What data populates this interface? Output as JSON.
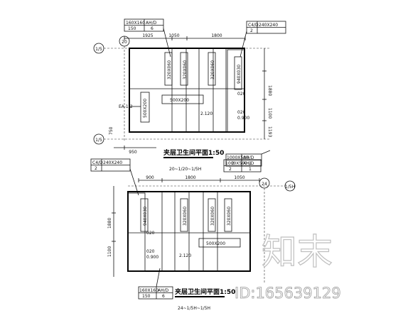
{
  "plan_top": {
    "title": "夹层卫生间平面1:50",
    "ref_line": "20~1/20~1/5H",
    "axis_left": "1/5",
    "axis_left_bottom": "1/5",
    "axis_top": "20",
    "tag_left": {
      "size": "160X160",
      "code": "AH/D",
      "v1": "150",
      "v2": "6"
    },
    "tag_right": {
      "code": "C4/D",
      "size": "240X240",
      "v1": "2"
    },
    "tag_bottom": {
      "size": "1000X500",
      "code": "AH/D",
      "v1": "2",
      "v2": "1"
    },
    "dims_top": [
      "1925",
      "1050",
      "1800"
    ],
    "dims_right": [
      "1880",
      "1100",
      "1193"
    ],
    "dim_bottom": "950",
    "dim_left": "750",
    "ducts": [
      "320X060",
      "320X060",
      "320X060",
      "940X030"
    ],
    "duct_main": "500X200",
    "duct_side": "500X200",
    "ea_label": "EA-1-2",
    "level": "2.120",
    "vals": [
      "020",
      "020",
      "0.900"
    ]
  },
  "plan_bottom": {
    "title": "夹层卫生间平面1:50",
    "ref_line": "24~1/5H~1/5H",
    "axis_top": "24",
    "axis_right": "1/5H",
    "tag_left": {
      "code": "C4/D",
      "size": "240X240",
      "v1": "2"
    },
    "tag_right": {
      "size": "1000X500",
      "code": "AH/D",
      "v1": "2",
      "v2": "1"
    },
    "tag_bottom": {
      "size": "160X160",
      "code": "AH/D",
      "v1": "150",
      "v2": "6"
    },
    "dims_top": [
      "900",
      "1800",
      "1050"
    ],
    "dims_left": [
      "1880",
      "1100"
    ],
    "ducts": [
      "940X030",
      "320X060",
      "320X060",
      "320X060"
    ],
    "duct_main": "500X200",
    "level": "2.120",
    "vals": [
      "020",
      "020",
      "0.900"
    ]
  },
  "watermark": {
    "brand": "知末",
    "id": "ID:165639129"
  }
}
